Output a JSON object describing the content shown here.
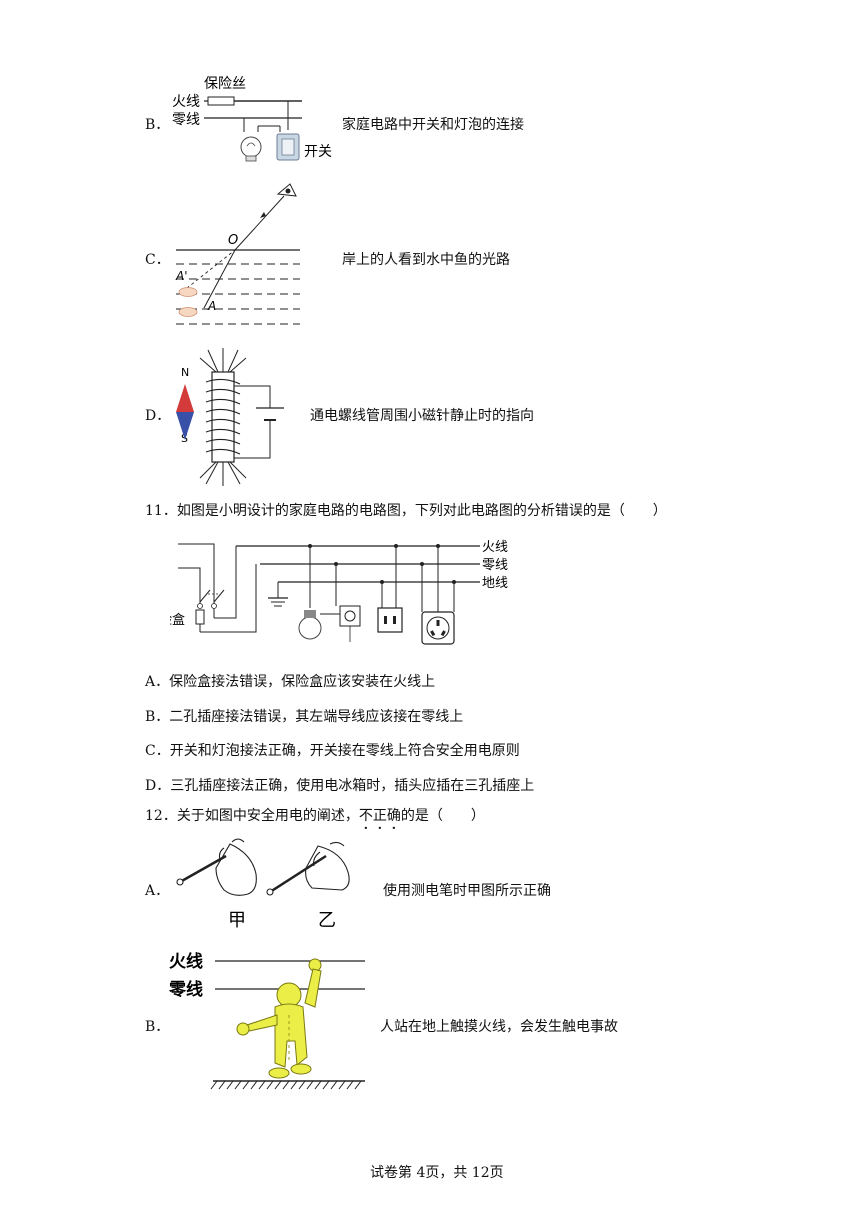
{
  "q10": {
    "optB": {
      "letter": "B．",
      "caption": "家庭电路中开关和灯泡的连接",
      "label_fuse": "保险丝",
      "label_live": "火线",
      "label_neutral": "零线",
      "label_switch": "开关"
    },
    "optC": {
      "letter": "C．",
      "caption": "岸上的人看到水中鱼的光路",
      "label_O": "O",
      "label_A1": "A'",
      "label_A2": "A"
    },
    "optD": {
      "letter": "D．",
      "caption": "通电螺线管周围小磁针静止时的指向",
      "label_N": "N",
      "label_S": "S"
    }
  },
  "q11": {
    "stem": "11．如图是小明设计的家庭电路的电路图，下列对此电路图的分析错误的是（　　）",
    "diagram": {
      "label_live": "火线",
      "label_neutral": "零线",
      "label_ground": "地线",
      "label_fusebox": "保险盒"
    },
    "options": [
      "A．保险盒接法错误，保险盒应该安装在火线上",
      "B．二孔插座接法错误，其左端导线应该接在零线上",
      "C．开关和灯泡接法正确，开关接在零线上符合安全用电原则",
      "D．三孔插座接法正确，使用电冰箱时，插头应插在三孔插座上"
    ]
  },
  "q12": {
    "stem_pre": "12．关于如图中安全用电的阐述，",
    "stem_dot1": "不",
    "stem_dot2": "正",
    "stem_dot3": "确",
    "stem_post": "的是（　　）",
    "optA": {
      "letter": "A．",
      "caption": "使用测电笔时甲图所示正确",
      "label_jia": "甲",
      "label_yi": "乙"
    },
    "optB": {
      "letter": "B．",
      "caption": "人站在地上触摸火线，会发生触电事故",
      "label_live": "火线",
      "label_neutral": "零线"
    }
  },
  "footer": "试卷第 4页，共 12页"
}
